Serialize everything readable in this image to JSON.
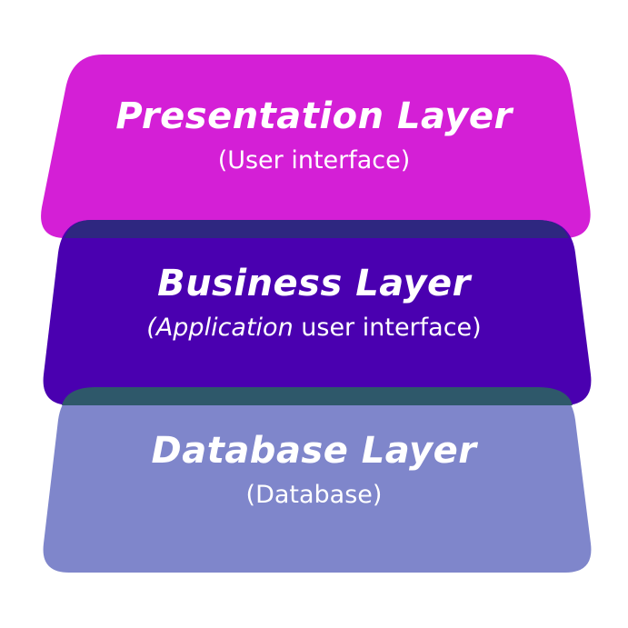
{
  "layers": [
    {
      "title": "Presentation Layer",
      "subtitle": "(User interface)",
      "color": "#d41fd6"
    },
    {
      "title": "Business Layer",
      "subtitle_italic": "(Application",
      "subtitle_rest": " user interface)",
      "color": "#4a00b0"
    },
    {
      "title": "Database Layer",
      "subtitle": "(Database)",
      "color": "#7f86cb"
    }
  ],
  "overlap_colors": {
    "presentation_business": "#2e2780",
    "business_database": "#2e586a"
  }
}
